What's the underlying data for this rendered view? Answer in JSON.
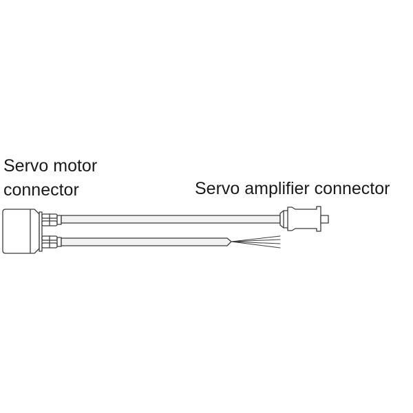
{
  "diagram": {
    "labels": {
      "servo_motor_line1": "Servo motor",
      "servo_motor_line2": "connector",
      "servo_amplifier": "Servo amplifier connector"
    },
    "colors": {
      "outline": "#3a3a3a",
      "fill": "#ffffff",
      "cable": "#f2f2f2",
      "text": "#1a1a1a"
    },
    "parts": [
      "servo-motor-connector",
      "power-cable",
      "encoder-cable",
      "servo-amplifier-connector",
      "bare-wire-ends"
    ]
  }
}
